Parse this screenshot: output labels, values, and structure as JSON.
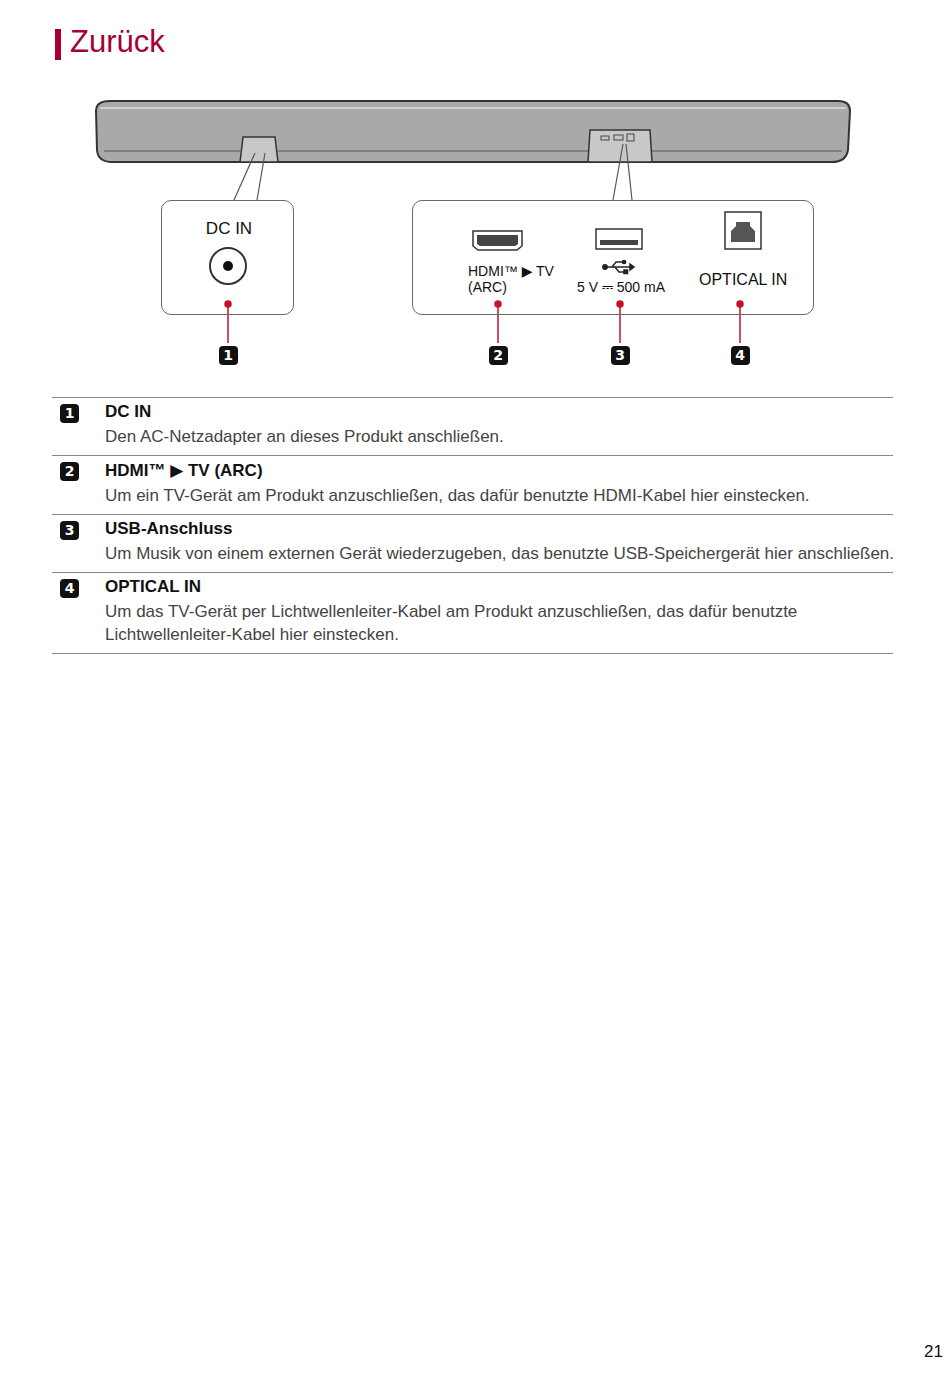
{
  "diagram": {
    "title": "Zurück",
    "nodes": [
      {
        "text": [
          "DC IN"
        ]
      },
      {
        "text": [
          "HDMI™ ▶ TV (ARC)",
          "5 V ⎓ 500 mA",
          "OPTICAL IN"
        ]
      }
    ],
    "labels": [
      "1",
      "2",
      "3",
      "4",
      "1",
      "DC IN",
      "Den AC-Netzadapter an dieses Produkt anschließen.",
      "2",
      "HDMI™ ▶ TV (ARC)",
      "Um ein TV-Gerät am Produkt anzuschließen, das dafür benutzte HDMI-Kabel hier einstecken.",
      "3",
      "USB-Anschluss",
      "Um Musik von einem externen Gerät wiederzugeben, das benutzte USB-Speichergerät hier anschließen.",
      "4",
      "OPTICAL IN",
      "Um das TV-Gerät per Lichtwellenleiter-Kabel am Produkt anzuschließen, das dafür benutzte Lichtwellenleiter-Kabel hier einstecken.",
      "21"
    ]
  }
}
